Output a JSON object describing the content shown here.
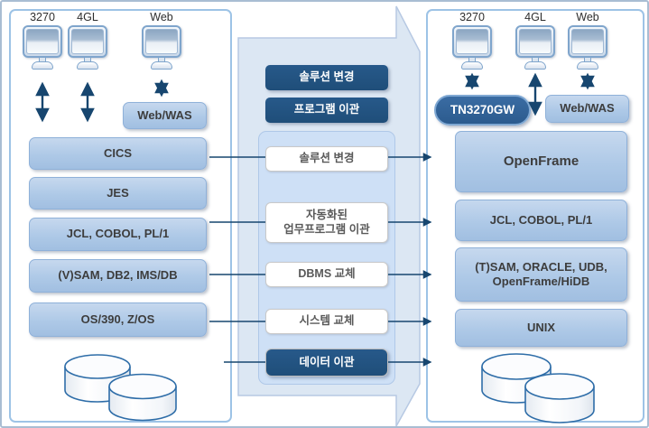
{
  "title": "Mainframe to OpenFrame migration diagram",
  "colors": {
    "navy": "#1F4E79",
    "gateway_blue": "#2C5B8E",
    "box_blue": "#AEC9E7",
    "box_blue_border": "#8FB1D9",
    "panel_border": "#9DC3E6",
    "arrow_fill": "#DCE7F3",
    "arrow_border": "#B7C9E3",
    "inner_panel_fill": "#CEE0F6",
    "connector": "#17466F",
    "white_box_border": "#C9C9C9",
    "text_dark": "#3D3D3D",
    "text_gray": "#595959"
  },
  "left_panel": {
    "terminals": [
      {
        "label": "3270"
      },
      {
        "label": "4GL"
      },
      {
        "label": "Web"
      }
    ],
    "middleware": {
      "label": "Web/WAS"
    },
    "boxes": [
      {
        "label": "CICS"
      },
      {
        "label": "JES"
      },
      {
        "label": "JCL, COBOL, PL/1"
      },
      {
        "label": "(V)SAM, DB2, IMS/DB"
      },
      {
        "label": "OS/390, Z/OS"
      }
    ],
    "storage": {
      "icon": "database-cylinders"
    }
  },
  "middle": {
    "top_badges": [
      {
        "label": "솔루션 변경"
      },
      {
        "label": "프로그램 이관"
      }
    ],
    "steps": [
      {
        "label": "솔루션 변경",
        "style": "white"
      },
      {
        "label": "자동화된\n업무프로그램 이관",
        "style": "white"
      },
      {
        "label": "DBMS 교체",
        "style": "white"
      },
      {
        "label": "시스템 교체",
        "style": "white"
      },
      {
        "label": "데이터 이관",
        "style": "dark"
      }
    ]
  },
  "right_panel": {
    "terminals": [
      {
        "label": "3270"
      },
      {
        "label": "4GL"
      },
      {
        "label": "Web"
      }
    ],
    "gateway": {
      "label": "TN3270GW"
    },
    "middleware": {
      "label": "Web/WAS"
    },
    "boxes": [
      {
        "label": "OpenFrame"
      },
      {
        "label": "JCL, COBOL, PL/1"
      },
      {
        "label": "(T)SAM, ORACLE, UDB,\nOpenFrame/HiDB"
      },
      {
        "label": "UNIX"
      }
    ],
    "storage": {
      "icon": "database-cylinders"
    }
  }
}
